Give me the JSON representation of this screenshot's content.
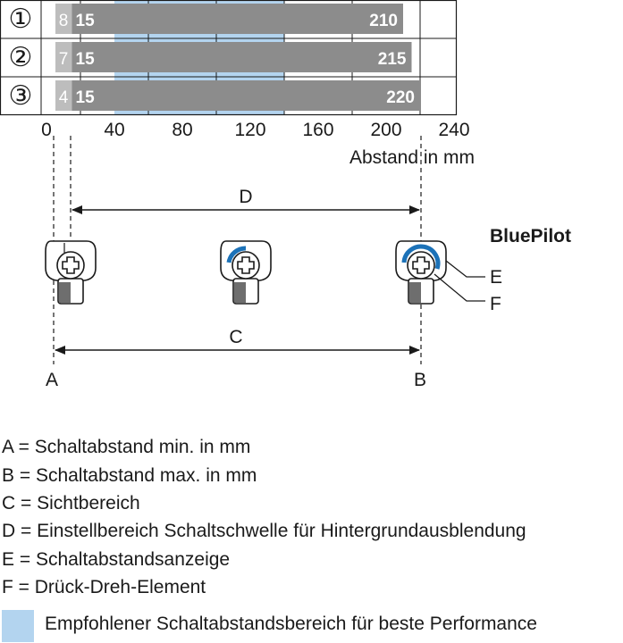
{
  "chart_data": {
    "type": "bar",
    "x_ticks": [
      0,
      40,
      80,
      120,
      160,
      200,
      240
    ],
    "x_label": "Abstand in mm",
    "xlim": [
      0,
      240
    ],
    "recommended_range": [
      40,
      140
    ],
    "rows": [
      {
        "marker": "①",
        "min_label": "8",
        "min": 8,
        "start_label": "15",
        "start": 15,
        "end_label": "210",
        "end": 210
      },
      {
        "marker": "②",
        "min_label": "7",
        "min": 7,
        "start_label": "15",
        "start": 15,
        "end_label": "215",
        "end": 215
      },
      {
        "marker": "③",
        "min_label": "4",
        "min": 4,
        "start_label": "15",
        "start": 15,
        "end_label": "220",
        "end": 220
      }
    ]
  },
  "diagram": {
    "label_d": "D",
    "label_c": "C",
    "label_a": "A",
    "label_b": "B",
    "label_e": "E",
    "label_f": "F",
    "bluepilot": "BluePilot"
  },
  "legend": [
    "A = Schaltabstand min. in mm",
    "B = Schaltabstand max. in mm",
    "C = Sichtbereich",
    "D = Einstellbereich Schaltschwelle für Hintergrundausblendung",
    "E = Schaltabstandsanzeige",
    "F = Drück-Dreh-Element"
  ],
  "performance_note": "Empfohlener Schaltabstandsbereich für beste Performance",
  "colors": {
    "bar": "#8c8c8c",
    "min_zone": "#bdbdbd",
    "recommended": "#b3d4ef",
    "blue_indicator": "#1c72b8"
  }
}
